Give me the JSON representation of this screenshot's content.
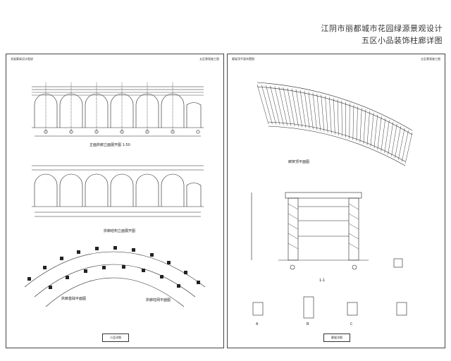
{
  "title": {
    "line1": "江阴市丽都城市花园绿源景观设计",
    "line2": "五区小品装饰柱廊详图"
  },
  "left_sheet": {
    "header_left": "花架廊架设计图说",
    "header_right": "五区景观施工图",
    "view1_caption": "正面拱廊立面展开图 1:50",
    "view2_caption": "拱廊结构立面展开图",
    "plan1_caption": "拱廊基础平面图",
    "plan2_caption": "拱廊柱网平面图",
    "footer_box": "小品详图"
  },
  "right_sheet": {
    "header_left": "廊架顶平面布置图",
    "header_right": "五区景观施工图",
    "top_caption": "廊架顶平面图",
    "section_caption": "1-1",
    "detail_caption_a": "A",
    "detail_caption_b": "B",
    "detail_caption_c": "C",
    "footer_box": "廊架详图"
  }
}
